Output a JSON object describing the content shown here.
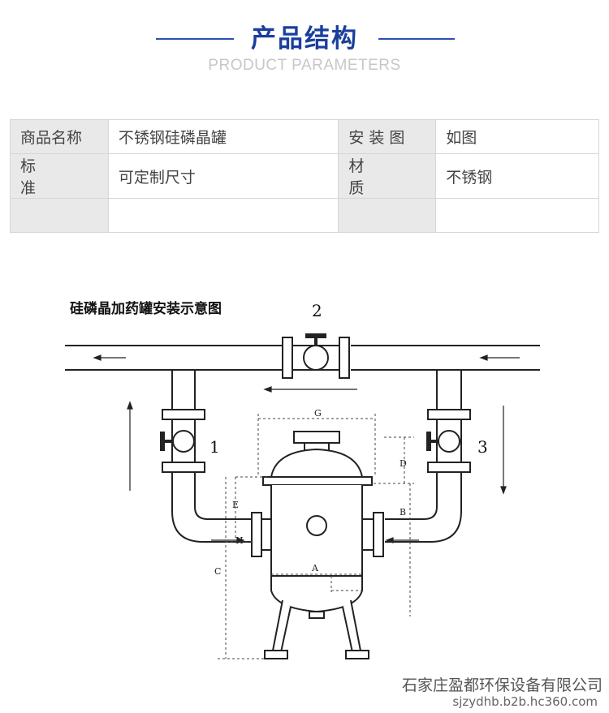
{
  "header": {
    "title": "产品结构",
    "subtitle": "PRODUCT PARAMETERS"
  },
  "params": {
    "rows": [
      [
        {
          "k": "商品名称",
          "v": "不锈钢硅磷晶罐"
        },
        {
          "k": "安装图",
          "v": "如图"
        }
      ],
      [
        {
          "k": "标准",
          "v": "可定制尺寸"
        },
        {
          "k": "材质",
          "v": "不锈钢"
        }
      ],
      [
        {
          "k": "",
          "v": ""
        },
        {
          "k": "",
          "v": ""
        }
      ]
    ]
  },
  "diagram": {
    "title": "硅磷晶加药罐安装示意图",
    "valve_labels": [
      "1",
      "2",
      "3"
    ],
    "dim_labels": {
      "A": "A",
      "B": "B",
      "C": "C",
      "D": "D",
      "E": "E",
      "G": "G",
      "H": "H"
    }
  },
  "watermark": {
    "company": "石家庄盈都环保设备有限公司",
    "url": "sjzydhb.b2b.hc360.com"
  },
  "colors": {
    "title": "#1a3f9c",
    "line": "#2b4fb3",
    "cell_key_bg": "#e9e9e9"
  }
}
